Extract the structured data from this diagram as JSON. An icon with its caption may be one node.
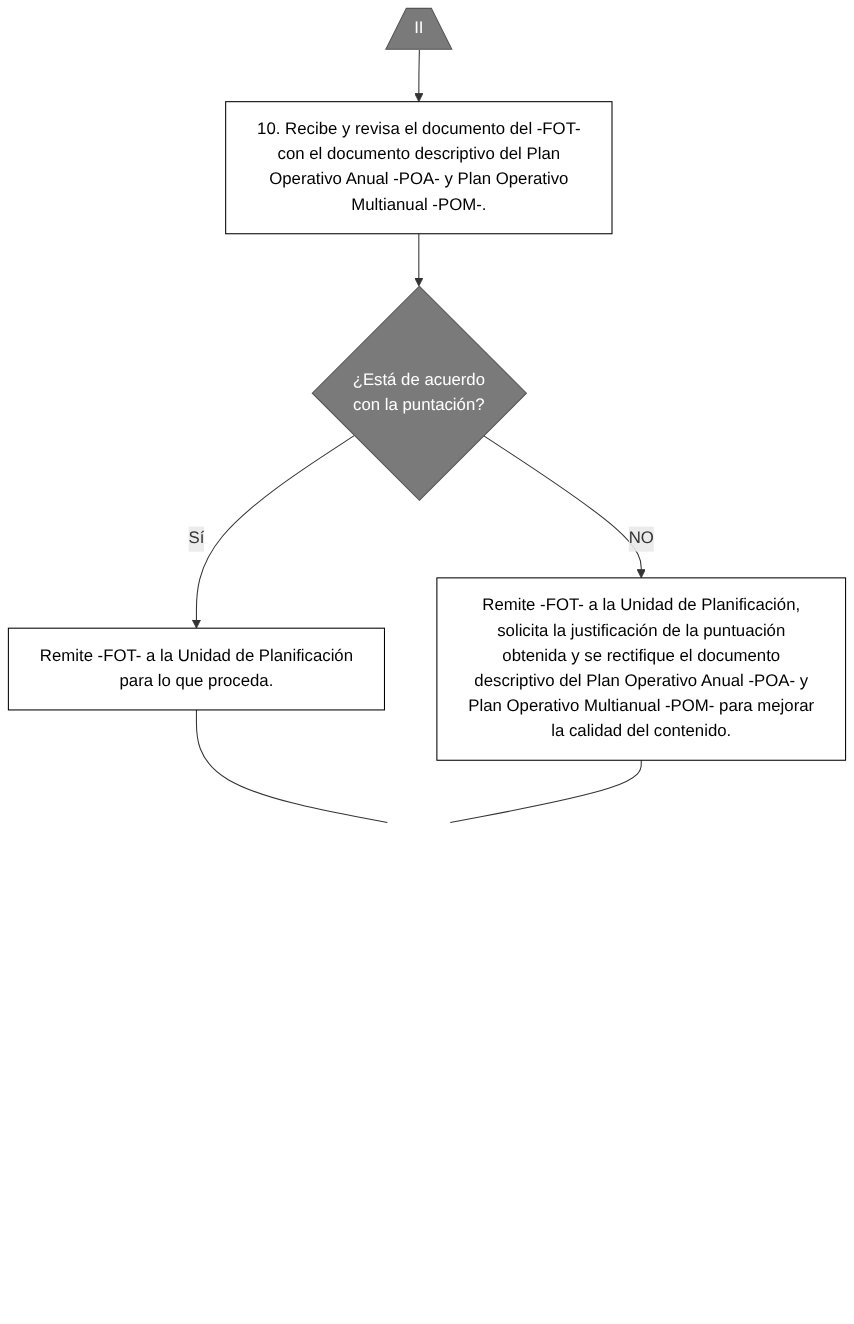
{
  "diagram": {
    "nodes": [
      {
        "text": [
          "II"
        ]
      },
      {
        "text": [
          "10. Recibe y revisa el documento del -FOT- con el documento descriptivo del Plan Operativo Anual -POA- y Plan Operativo Multianual -POM-."
        ]
      },
      {
        "text": [
          "¿Está de acuerdo con la puntación?"
        ]
      },
      {
        "text": [
          "Remite -FOT- a la Unidad de Planificación para lo que proceda."
        ]
      },
      {
        "text": [
          "Remite -FOT- a la Unidad de Planificación, solicita la justificación de la puntuación obtenida y se rectifique el documento descriptivo del Plan Operativo Anual -POA- y Plan Operativo Multianual -POM- para mejorar la calidad del contenido."
        ]
      }
    ],
    "edges": [
      {
        "from": 0,
        "to": 1,
        "arrow": "to"
      },
      {
        "from": 1,
        "to": 2,
        "arrow": "to"
      },
      {
        "from": 2,
        "to": 4,
        "arrow": "to",
        "label": "NO"
      },
      {
        "from": 2,
        "to": 3,
        "arrow": "to",
        "label": "Sí"
      },
      {
        "from": 3,
        "to": null,
        "arrow": "none"
      },
      {
        "from": 4,
        "to": null,
        "arrow": "none"
      }
    ]
  }
}
